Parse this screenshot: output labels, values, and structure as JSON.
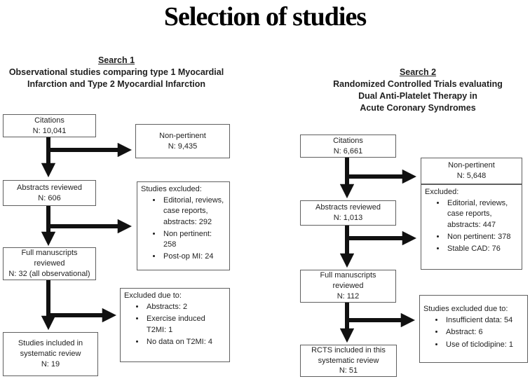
{
  "title": "Selection of studies",
  "search1": {
    "heading": "Search 1",
    "description_lines": [
      "Observational studies comparing type 1 Myocardial",
      "Infarction and Type 2 Myocardial Infarction"
    ],
    "boxes": {
      "citations": {
        "lines": [
          "Citations",
          "N: 10,041"
        ]
      },
      "non_pertinent": {
        "lines": [
          "Non-pertinent",
          "N: 9,435"
        ]
      },
      "abstracts_reviewed": {
        "lines": [
          "Abstracts reviewed",
          "N: 606"
        ]
      },
      "studies_excluded": {
        "title": "Studies excluded:",
        "bullets": [
          "Editorial, reviews, case reports, abstracts: 292",
          "Non pertinent: 258",
          "Post-op MI: 24"
        ]
      },
      "full_manuscripts": {
        "lines": [
          "Full manuscripts",
          "reviewed",
          "N: 32 (all observational)"
        ]
      },
      "excluded_due_to": {
        "title": "Excluded due to:",
        "bullets": [
          "Abstracts: 2",
          "Exercise induced T2MI: 1",
          "No data on T2MI: 4"
        ]
      },
      "included": {
        "lines": [
          "Studies included in",
          "systematic review",
          "N: 19"
        ]
      }
    }
  },
  "search2": {
    "heading": "Search 2",
    "description_lines": [
      "Randomized Controlled Trials evaluating",
      "Dual Anti-Platelet Therapy in",
      "Acute Coronary Syndromes"
    ],
    "boxes": {
      "citations": {
        "lines": [
          "Citations",
          "N: 6,661"
        ]
      },
      "non_pertinent": {
        "lines": [
          "Non-pertinent",
          "N: 5,648"
        ]
      },
      "excluded": {
        "title": "Excluded:",
        "bullets": [
          "Editorial, reviews, case reports, abstracts: 447",
          "Non pertinent: 378",
          "Stable CAD: 76"
        ]
      },
      "abstracts_reviewed": {
        "lines": [
          "Abstracts reviewed",
          "N: 1,013"
        ]
      },
      "full_manuscripts": {
        "lines": [
          "Full manuscripts",
          "reviewed",
          "N: 112"
        ]
      },
      "studies_excluded_due_to": {
        "title": "Studies excluded due to:",
        "bullets": [
          "Insufficient data: 54",
          "Abstract: 6",
          "Use of ticlodipine: 1"
        ]
      },
      "rcts_included": {
        "lines": [
          "RCTS included in this",
          "systematic review",
          "N: 51"
        ]
      }
    }
  },
  "colors": {
    "arrow": "#111111",
    "border": "#5f5f5f",
    "text": "#1f1f1f"
  }
}
